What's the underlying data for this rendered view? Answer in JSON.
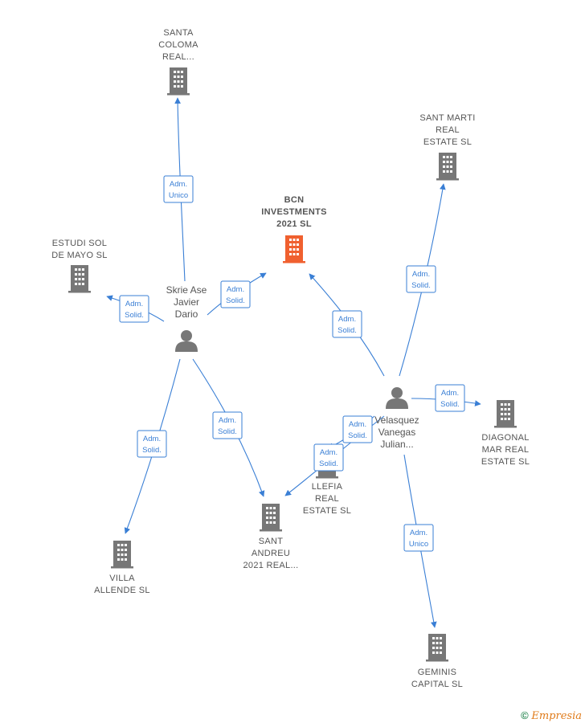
{
  "colors": {
    "edge": "#3a7fd5",
    "building": "#777777",
    "main_building": "#f0602f",
    "label": "#555555"
  },
  "companies": [
    {
      "id": "bcn",
      "lines": [
        "BCN",
        "INVESTMENTS",
        "2021  SL"
      ],
      "main": true
    },
    {
      "id": "santa_coloma",
      "lines": [
        "SANTA",
        "COLOMA",
        "REAL..."
      ]
    },
    {
      "id": "sant_marti",
      "lines": [
        "SANT MARTI",
        "REAL",
        "ESTATE  SL"
      ]
    },
    {
      "id": "estudi_sol",
      "lines": [
        "ESTUDI SOL",
        "DE MAYO  SL"
      ]
    },
    {
      "id": "diagonal_mar",
      "lines": [
        "DIAGONAL",
        "MAR REAL",
        "ESTATE  SL"
      ]
    },
    {
      "id": "llefia",
      "lines": [
        "LLEFIA",
        "REAL",
        "ESTATE  SL"
      ]
    },
    {
      "id": "sant_andreu",
      "lines": [
        "SANT",
        "ANDREU",
        "2021 REAL..."
      ]
    },
    {
      "id": "villa_allende",
      "lines": [
        "VILLA",
        "ALLENDE SL"
      ]
    },
    {
      "id": "geminis",
      "lines": [
        "GEMINIS",
        "CAPITAL  SL"
      ]
    }
  ],
  "persons": [
    {
      "id": "skrie",
      "lines": [
        "Skrie Ase",
        "Javier",
        "Dario"
      ]
    },
    {
      "id": "velasquez",
      "lines": [
        "Velasquez",
        "Vanegas",
        "Julian..."
      ]
    }
  ],
  "edges": [
    {
      "id": "e1",
      "from": "skrie",
      "to": "santa_coloma",
      "lines": [
        "Adm.",
        "Unico"
      ]
    },
    {
      "id": "e2",
      "from": "skrie",
      "to": "estudi_sol",
      "lines": [
        "Adm.",
        "Solid."
      ]
    },
    {
      "id": "e3",
      "from": "skrie",
      "to": "bcn",
      "lines": [
        "Adm.",
        "Solid."
      ]
    },
    {
      "id": "e4",
      "from": "skrie",
      "to": "villa_allende",
      "lines": [
        "Adm.",
        "Solid."
      ]
    },
    {
      "id": "e5",
      "from": "skrie",
      "to": "sant_andreu",
      "lines": [
        "Adm.",
        "Solid."
      ]
    },
    {
      "id": "e6",
      "from": "velasquez",
      "to": "bcn",
      "lines": [
        "Adm.",
        "Solid."
      ]
    },
    {
      "id": "e7",
      "from": "velasquez",
      "to": "sant_marti",
      "lines": [
        "Adm.",
        "Solid."
      ]
    },
    {
      "id": "e8",
      "from": "velasquez",
      "to": "diagonal_mar",
      "lines": [
        "Adm.",
        "Solid."
      ]
    },
    {
      "id": "e9",
      "from": "velasquez",
      "to": "llefia",
      "lines": [
        "Adm.",
        "Solid."
      ]
    },
    {
      "id": "e10",
      "from": "velasquez",
      "to": "sant_andreu",
      "lines": [
        "Adm.",
        "Solid."
      ]
    },
    {
      "id": "e11",
      "from": "velasquez",
      "to": "geminis",
      "lines": [
        "Adm.",
        "Unico"
      ]
    }
  ],
  "footer": {
    "copyright": "©",
    "brand_initial": "E",
    "brand_rest": "mpresia"
  }
}
